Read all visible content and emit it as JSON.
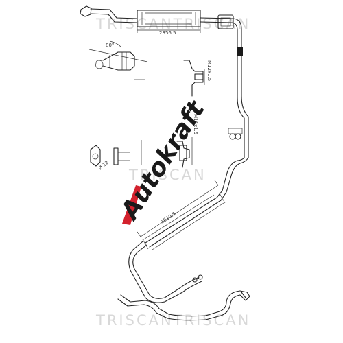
{
  "watermark": {
    "top": "TRISCANTRISCAN",
    "middle": "TRISCAN",
    "bottom": "TRISCANTRISCAN"
  },
  "logo": {
    "text": "Autokraft",
    "accent_color": "#d3212d",
    "text_color": "#1a1a1a"
  },
  "dimensions": {
    "top_length": "2356.5",
    "middle_length": "1610.5",
    "thread_top": "M12x1.5",
    "thread_mid": "M16x1.5",
    "angle_top": "80°",
    "diameter": "Ø 12"
  }
}
